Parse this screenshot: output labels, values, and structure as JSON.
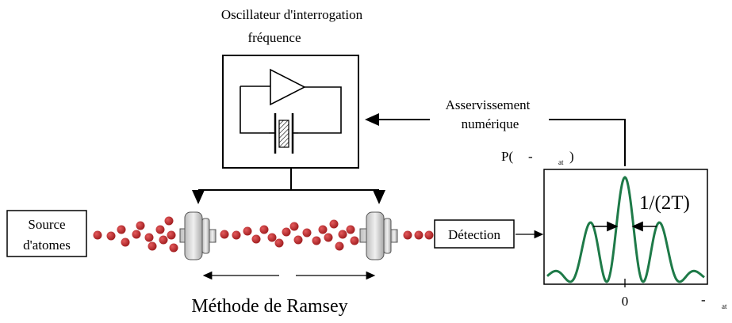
{
  "labels": {
    "oscillator_title": "Oscillateur d'interrogation",
    "frequency": "fréquence",
    "servo_line1": "Asservissement",
    "servo_line2": "numérique",
    "source_line1": "Source",
    "source_line2": "d'atomes",
    "detection": "Détection",
    "method": "Méthode de Ramsey",
    "prob_prefix": "P(",
    "prob_dash": "-",
    "prob_sub": "at",
    "prob_suffix": ")",
    "linewidth": "1/(2T)",
    "axis_zero": "0",
    "axis_dash": "-",
    "axis_sub": "at"
  },
  "colors": {
    "atom": "#c0282a",
    "fringe": "#1e7a48",
    "cavity": "#d9d9d9"
  }
}
